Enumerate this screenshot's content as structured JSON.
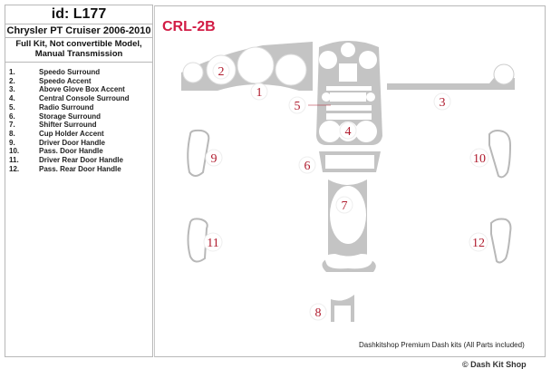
{
  "header": {
    "id": "id: L177",
    "model": "Chrysler PT Cruiser 2006-2010",
    "description_line1": "Full Kit, Not convertible Model,",
    "description_line2": "Manual Transmission"
  },
  "parts": [
    {
      "num": "1.",
      "name": "Speedo Surround"
    },
    {
      "num": "2.",
      "name": "Speedo Accent"
    },
    {
      "num": "3.",
      "name": "Above Glove Box Accent"
    },
    {
      "num": "4.",
      "name": "Central Console Surround"
    },
    {
      "num": "5.",
      "name": "Radio Surround"
    },
    {
      "num": "6.",
      "name": "Storage Surround"
    },
    {
      "num": "7.",
      "name": "Shifter Surround"
    },
    {
      "num": "8.",
      "name": "Cup Holder Accent"
    },
    {
      "num": "9.",
      "name": "Driver Door Handle"
    },
    {
      "num": "10.",
      "name": "Pass. Door Handle"
    },
    {
      "num": "11.",
      "name": "Driver Rear Door Handle"
    },
    {
      "num": "12.",
      "name": "Pass. Rear Door Handle"
    }
  ],
  "diagram": {
    "code": "CRL-2B",
    "labels": [
      "1",
      "2",
      "3",
      "4",
      "5",
      "6",
      "7",
      "8",
      "9",
      "10",
      "11",
      "12"
    ],
    "footer": "Dashkitshop Premium Dash kits (All Parts included)",
    "cut_text": "© Dash Kit Shop"
  },
  "colors": {
    "code": "#d21c45",
    "label": "#b01c2e",
    "part_fill": "#c4c4c4"
  }
}
